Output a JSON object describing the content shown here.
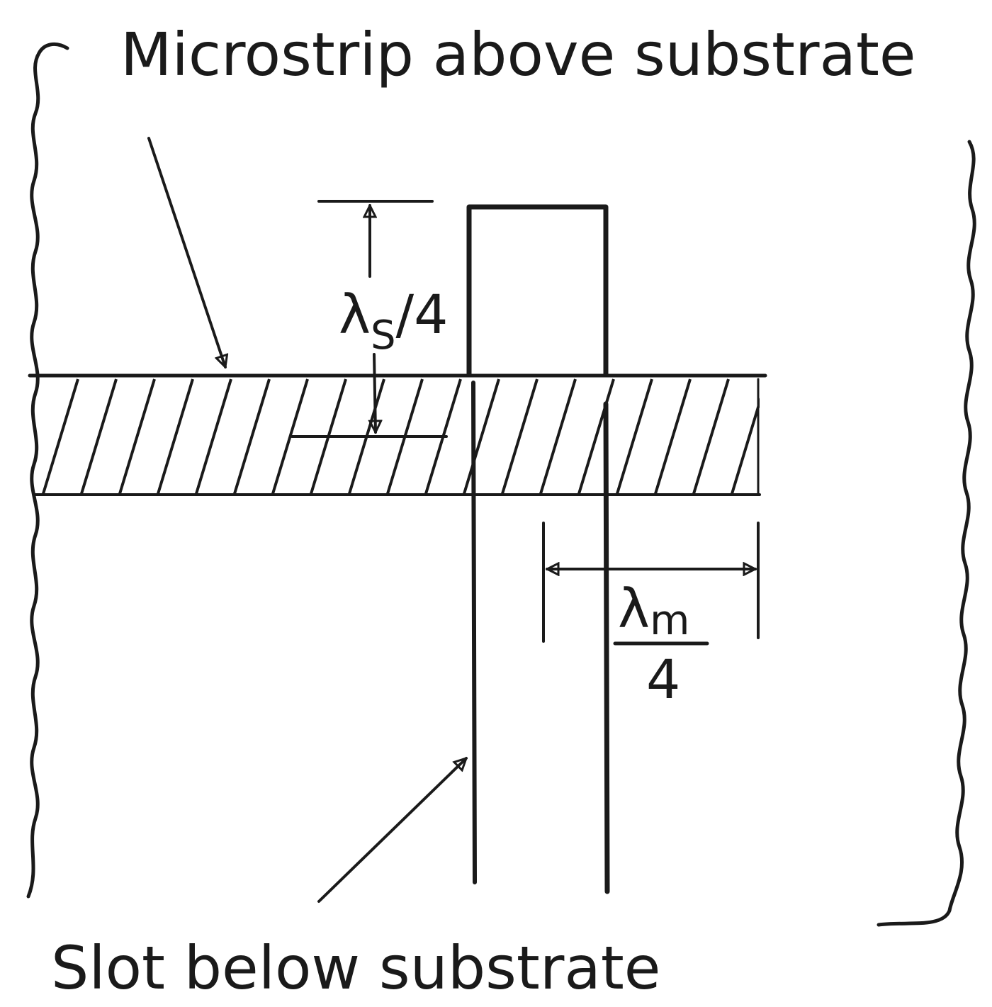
{
  "labels": {
    "microstrip": "Microstrip above substrate",
    "slot": "Slot below substrate",
    "lambda_s_symbol": "λ",
    "lambda_s_sub": "S",
    "lambda_s_tail": "/4",
    "lambda_m_symbol": "λ",
    "lambda_m_sub": "m",
    "lambda_m_denominator": "4"
  },
  "colors": {
    "ink": "#1a1a1a",
    "background": "#ffffff"
  }
}
